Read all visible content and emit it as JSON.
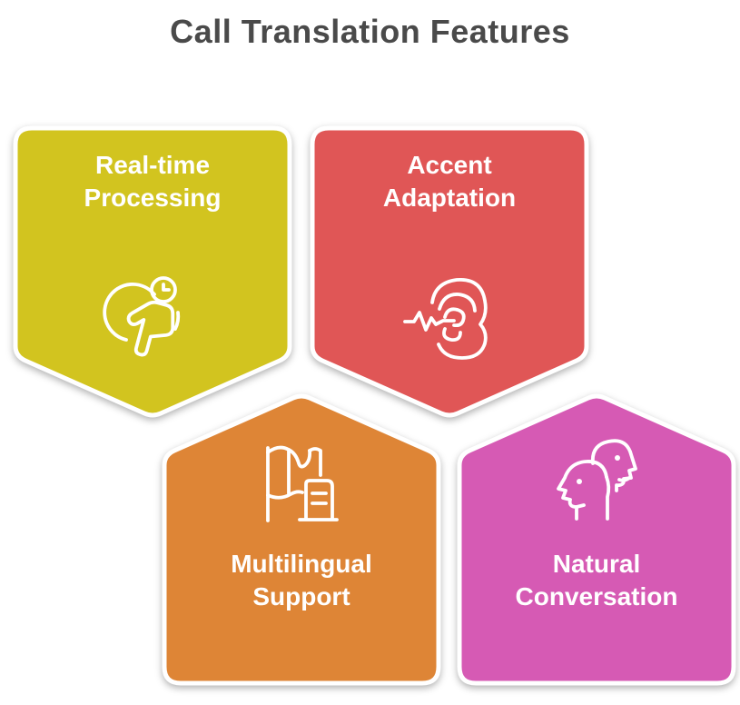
{
  "title": {
    "text": "Call Translation Features",
    "color": "#4a4a4a"
  },
  "background_color": "#ffffff",
  "card_border_color": "#ffffff",
  "card_text_color": "#ffffff",
  "cards": [
    {
      "id": "real-time-processing",
      "label": "Real-time\nProcessing",
      "color": "#d2c41f",
      "icon": "tap-clock-icon",
      "orientation": "point-down"
    },
    {
      "id": "accent-adaptation",
      "label": "Accent\nAdaptation",
      "color": "#e05656",
      "icon": "ear-listening-icon",
      "orientation": "point-down"
    },
    {
      "id": "multilingual-support",
      "label": "Multilingual\nSupport",
      "color": "#de8536",
      "icon": "flag-map-icon",
      "orientation": "point-up"
    },
    {
      "id": "natural-conversation",
      "label": "Natural\nConversation",
      "color": "#d65ab4",
      "icon": "two-profile-heads-icon",
      "orientation": "point-up"
    }
  ]
}
